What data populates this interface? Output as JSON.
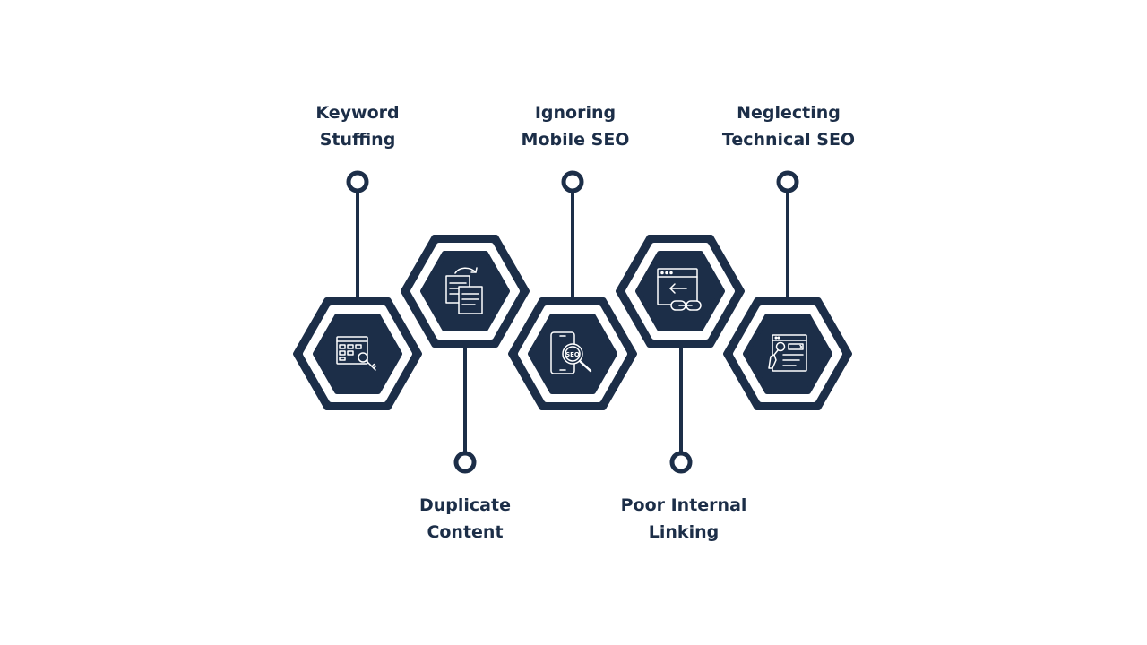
{
  "colors": {
    "navy": "#1c2e48",
    "background": "#ffffff",
    "icon_stroke": "#ffffff"
  },
  "items": [
    {
      "lines": [
        "Keyword",
        "Stuffing"
      ],
      "icon": "keyword-key-icon",
      "label_position": "top"
    },
    {
      "lines": [
        "Duplicate",
        "Content"
      ],
      "icon": "duplicate-documents-icon",
      "label_position": "bottom"
    },
    {
      "lines": [
        "Ignoring",
        "Mobile SEO"
      ],
      "icon": "mobile-seo-magnifier-icon",
      "label_position": "top"
    },
    {
      "lines": [
        "Poor Internal",
        "Linking"
      ],
      "icon": "browser-link-chain-icon",
      "label_position": "bottom"
    },
    {
      "lines": [
        "Neglecting",
        "Technical SEO"
      ],
      "icon": "technical-seo-browser-icon",
      "label_position": "top"
    }
  ]
}
